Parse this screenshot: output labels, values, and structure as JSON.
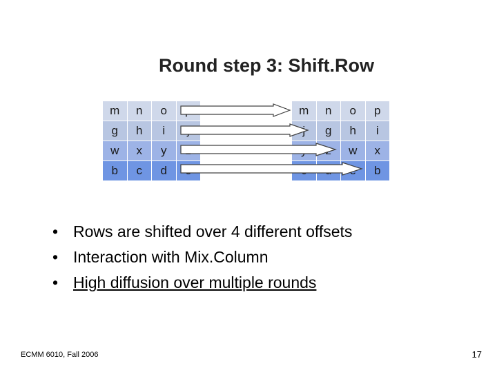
{
  "slide": {
    "title": "Round step 3: Shift.Row",
    "left_matrix": [
      [
        "m",
        "n",
        "o",
        "p"
      ],
      [
        "g",
        "h",
        "i",
        "j"
      ],
      [
        "w",
        "x",
        "y",
        "z"
      ],
      [
        "b",
        "c",
        "d",
        "e"
      ]
    ],
    "right_matrix": [
      [
        "m",
        "n",
        "o",
        "p"
      ],
      [
        "j",
        "g",
        "h",
        "i"
      ],
      [
        "y",
        "z",
        "w",
        "x"
      ],
      [
        "c",
        "d",
        "e",
        "b"
      ]
    ],
    "bullets": [
      {
        "text": "Rows are shifted over 4 different offsets"
      },
      {
        "text": "Interaction with Mix.Column"
      },
      {
        "text": "High diffusion over multiple rounds"
      }
    ],
    "bullet_glyph": "•",
    "footer": "ECMM 6010, Fall 2006",
    "page_number": "17"
  },
  "colors": {
    "row_fills": [
      "#cfd8ea",
      "#b8c6e2",
      "#9db3e6",
      "#6f95e3"
    ],
    "arrow_fill": "#ffffff",
    "arrow_stroke": "#404040"
  }
}
